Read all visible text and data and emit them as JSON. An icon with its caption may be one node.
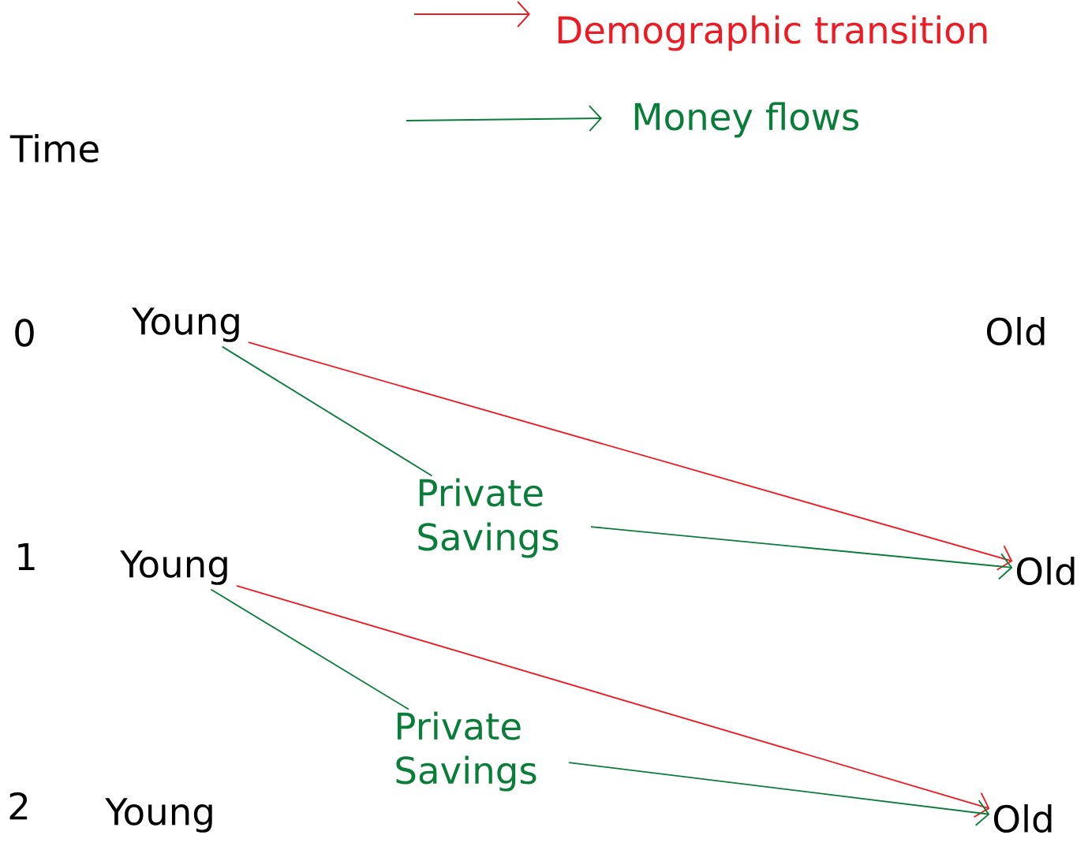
{
  "diagram": {
    "nodes": [
      {
        "text": [
          "Young"
        ]
      },
      {
        "text": [
          "Old"
        ]
      },
      {
        "text": [
          "Private Savings"
        ]
      },
      {
        "text": [
          "Young"
        ]
      },
      {
        "text": [
          "Old"
        ]
      },
      {
        "text": [
          "Private Savings"
        ]
      },
      {
        "text": [
          "Young"
        ]
      },
      {
        "text": [
          "Old"
        ]
      }
    ],
    "edges": [
      {
        "from": 0,
        "to": 4,
        "arrow": "to",
        "color": "#ed1c24"
      },
      {
        "from": 0,
        "to": 2,
        "arrow": "none"
      },
      {
        "from": 2,
        "to": 4,
        "arrow": "to"
      },
      {
        "from": 3,
        "to": 7,
        "arrow": "to",
        "color": "#ed1c24"
      },
      {
        "from": 3,
        "to": 5,
        "arrow": "none"
      },
      {
        "from": 5,
        "to": 7,
        "arrow": "to"
      }
    ],
    "labels": [
      "Time",
      "0",
      "1",
      "2"
    ],
    "legend": [
      {
        "text": "Demographic transition"
      },
      {
        "text": "Money flows"
      }
    ]
  }
}
